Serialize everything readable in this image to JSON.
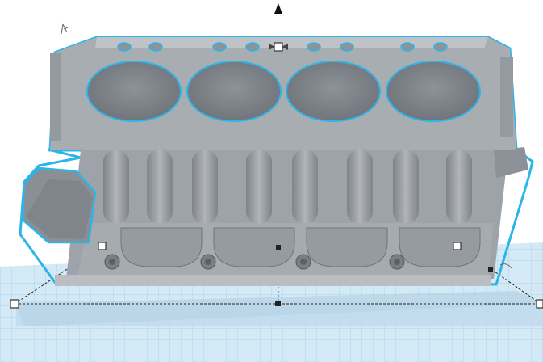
{
  "scene": {
    "workplane_color": "#cfe6f5",
    "grid_line_color": "#8fc3e3",
    "selection_outline_color": "#2bb5e8",
    "part_color": "#9fa4aa",
    "part_top_color": "#b6babf",
    "part_dark_color": "#7d8288",
    "handle_color": "#2b2b2b"
  },
  "objects": [
    {
      "name": "engine-block",
      "cylinders": 4,
      "ports": 8,
      "bolts": 4
    }
  ],
  "icons": [
    "rotate-arrow-icon",
    "lift-cone-icon",
    "cursor-hint-icon",
    "scale-handle-icon"
  ]
}
